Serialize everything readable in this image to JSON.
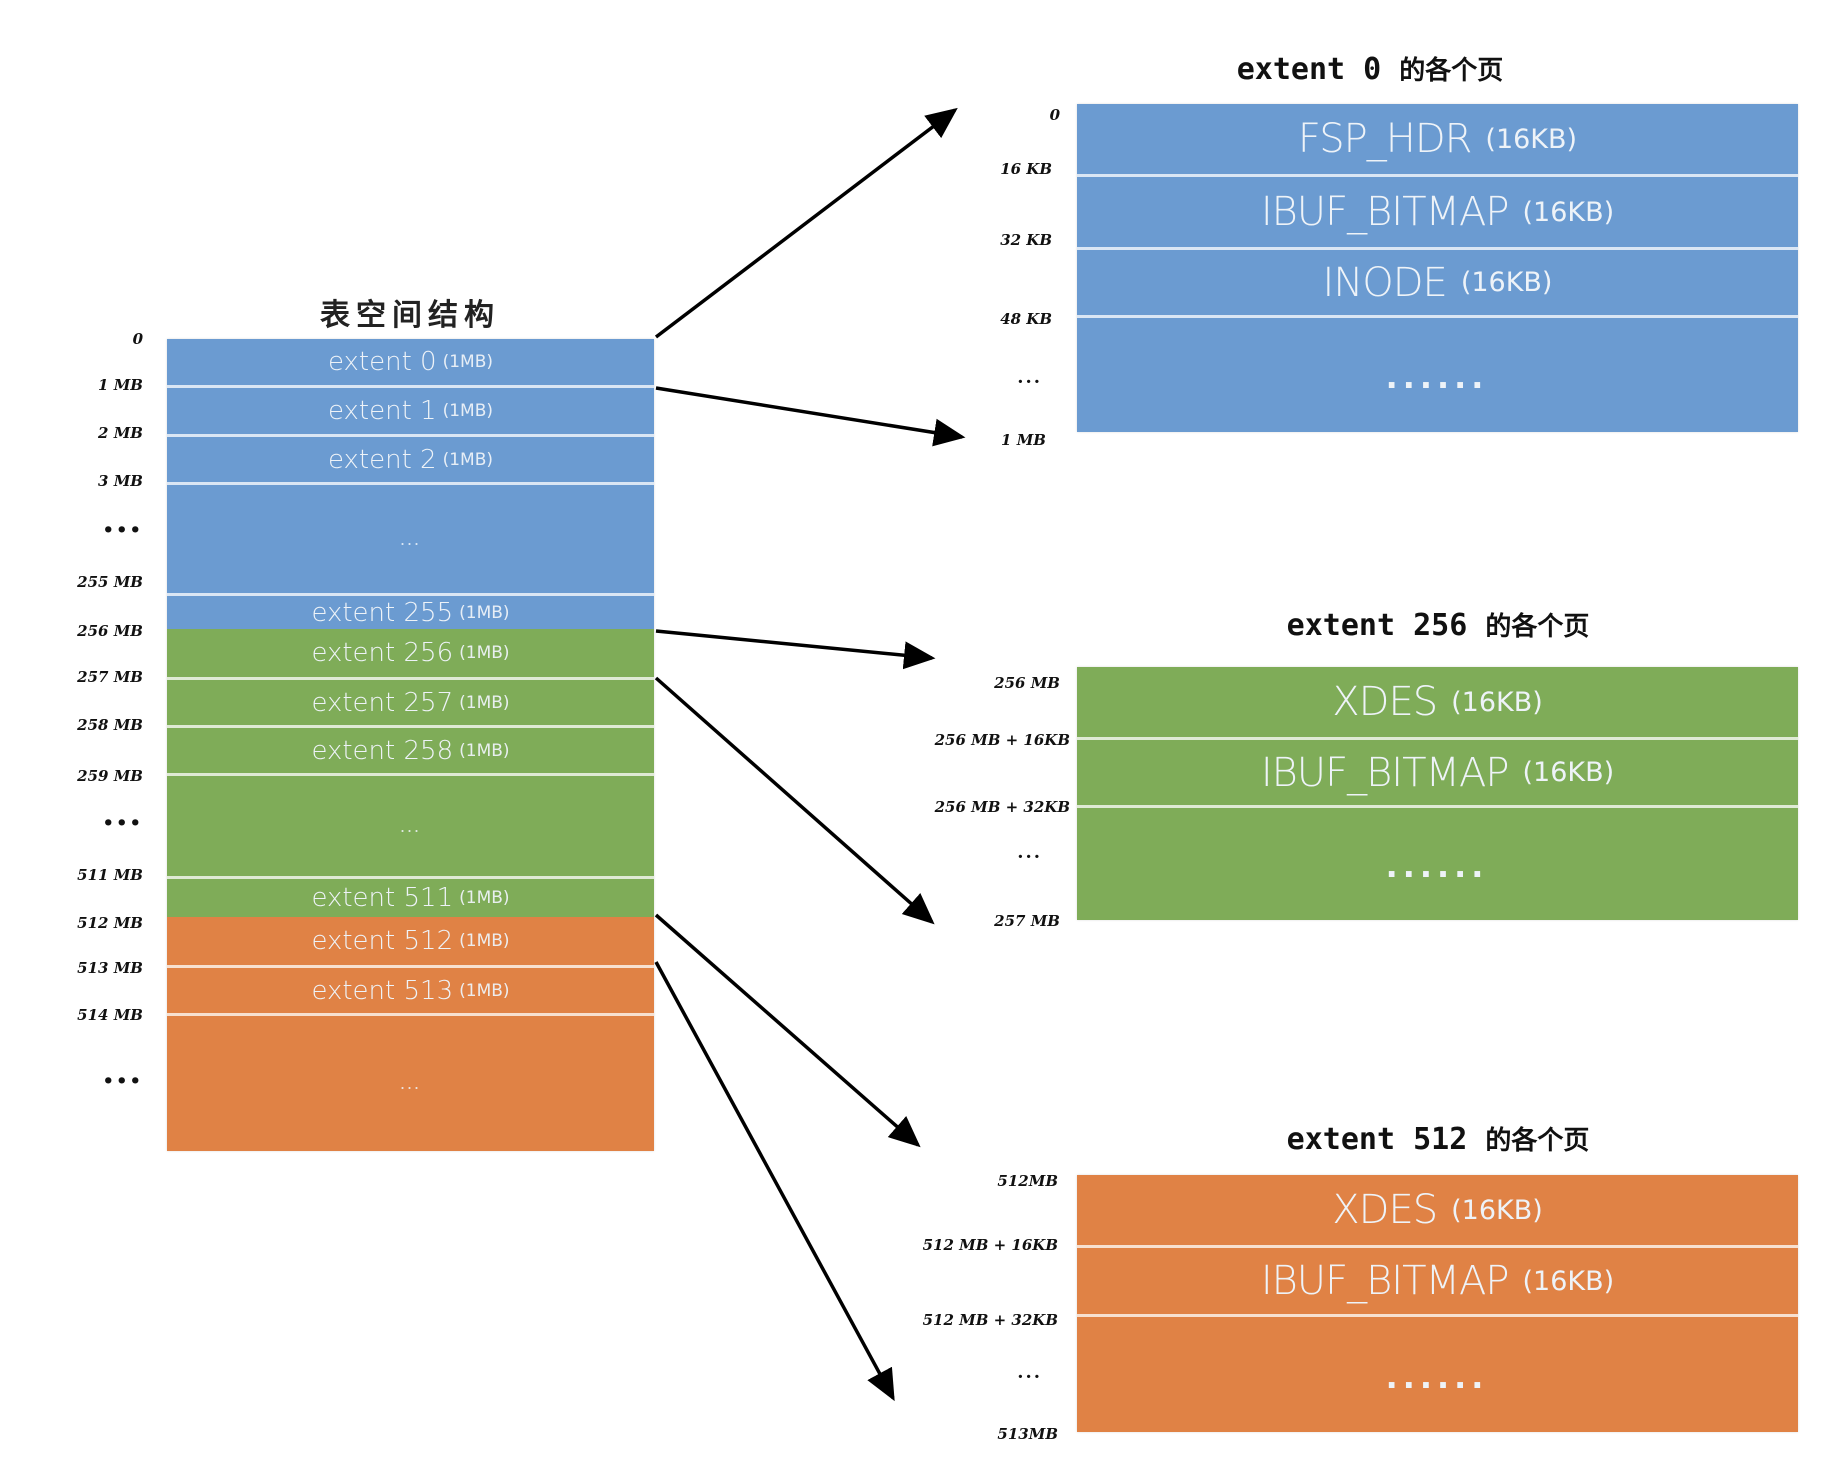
{
  "colors": {
    "blue": "#6b9bd1",
    "green": "#7fac58",
    "orange": "#e08245",
    "arrow": "#000000"
  },
  "left_panel": {
    "title": "表空间结构",
    "extents": [
      {
        "name": "extent 0",
        "size": "(1MB)",
        "group": "blue"
      },
      {
        "name": "extent 1",
        "size": "(1MB)",
        "group": "blue"
      },
      {
        "name": "extent 2",
        "size": "(1MB)",
        "group": "blue"
      },
      {
        "name": "...",
        "size": "",
        "group": "blue"
      },
      {
        "name": "extent 255",
        "size": "(1MB)",
        "group": "blue"
      },
      {
        "name": "extent 256",
        "size": "(1MB)",
        "group": "green"
      },
      {
        "name": "extent 257",
        "size": "(1MB)",
        "group": "green"
      },
      {
        "name": "extent 258",
        "size": "(1MB)",
        "group": "green"
      },
      {
        "name": "...",
        "size": "",
        "group": "green"
      },
      {
        "name": "extent 511",
        "size": "(1MB)",
        "group": "green"
      },
      {
        "name": "extent 512",
        "size": "(1MB)",
        "group": "orange"
      },
      {
        "name": "extent 513",
        "size": "(1MB)",
        "group": "orange"
      },
      {
        "name": "...",
        "size": "",
        "group": "orange"
      }
    ],
    "offsets": [
      "0",
      "1 MB",
      "2 MB",
      "3 MB",
      "•••",
      "255 MB",
      "256 MB",
      "257 MB",
      "258 MB",
      "259 MB",
      "•••",
      "511 MB",
      "512 MB",
      "513 MB",
      "514 MB",
      "•••"
    ]
  },
  "page_panels": [
    {
      "title": "extent 0",
      "title_suffix": "的各个页",
      "group": "blue",
      "pages": [
        {
          "name": "FSP_HDR",
          "size": "(16KB)"
        },
        {
          "name": "IBUF_BITMAP",
          "size": "(16KB)"
        },
        {
          "name": "INODE",
          "size": "(16KB)"
        },
        {
          "name": "......",
          "size": ""
        }
      ],
      "offsets": [
        "0",
        "16 KB",
        "32 KB",
        "48 KB",
        "···",
        "1 MB"
      ]
    },
    {
      "title": "extent 256",
      "title_suffix": "的各个页",
      "group": "green",
      "pages": [
        {
          "name": "XDES",
          "size": "(16KB)"
        },
        {
          "name": "IBUF_BITMAP",
          "size": "(16KB)"
        },
        {
          "name": "......",
          "size": ""
        }
      ],
      "offsets": [
        "256 MB",
        "256 MB + 16KB",
        "256 MB + 32KB",
        "···",
        "257 MB"
      ]
    },
    {
      "title": "extent 512",
      "title_suffix": "的各个页",
      "group": "orange",
      "pages": [
        {
          "name": "XDES",
          "size": "(16KB)"
        },
        {
          "name": "IBUF_BITMAP",
          "size": "(16KB)"
        },
        {
          "name": "......",
          "size": ""
        }
      ],
      "offsets": [
        "512MB",
        "512 MB + 16KB",
        "512 MB + 32KB",
        "···",
        "513MB"
      ]
    }
  ]
}
